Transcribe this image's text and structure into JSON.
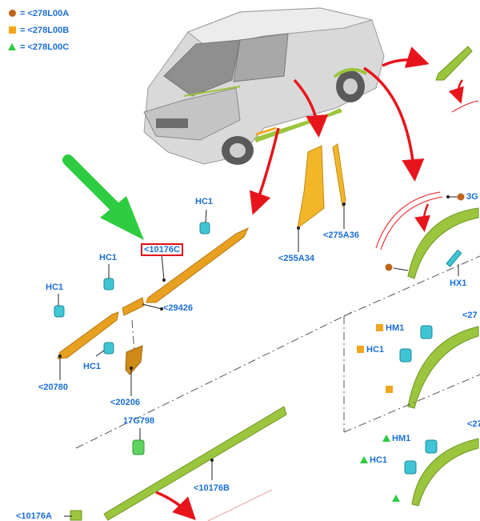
{
  "legend": [
    {
      "symbol": "dot",
      "text": "= <278L00A"
    },
    {
      "symbol": "square",
      "text": "= <278L00B"
    },
    {
      "symbol": "triangle",
      "text": "= <278L00C"
    }
  ],
  "parts": {
    "p10176C": "<10176C",
    "p29426": "<29426",
    "p20780": "<20780",
    "p20206": "<20206",
    "p255A34": "<255A34",
    "p275A36": "<275A36",
    "p17G798": "17G798",
    "p10176B": "<10176B",
    "p10176A": "<10176A",
    "p3G": "3G",
    "pHX1": "HX1",
    "p27a": "<27",
    "p27b": "<27"
  },
  "clips": {
    "hc1": "HC1",
    "hm1": "HM1"
  },
  "colors": {
    "label_blue": "#1a6fd6",
    "part_orange": "#e8a020",
    "part_green": "#9bc53d",
    "clip_cyan": "#3fc6d6",
    "arrow_red": "#e8141c",
    "callout_green": "#2ecc40",
    "highlight_red": "#e0101a"
  }
}
